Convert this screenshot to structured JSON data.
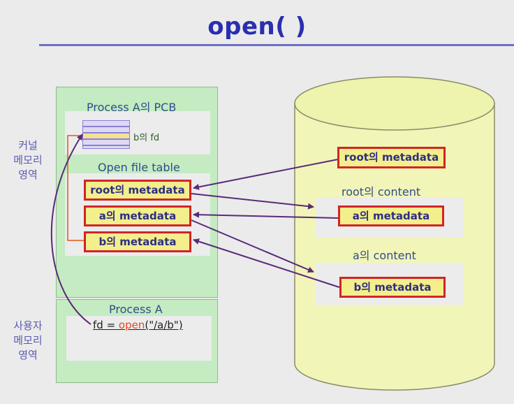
{
  "title": "open( )",
  "labels": {
    "kernel_memory": "커널\n메모리\n영역",
    "user_memory": "사용자\n메모리\n영역"
  },
  "kernel": {
    "pcb_title": "Process A의 PCB",
    "fd_label": "b의 fd",
    "open_file_table_title": "Open file table",
    "entries": [
      "root의 metadata",
      "a의 metadata",
      "b의 metadata"
    ]
  },
  "user": {
    "process_title": "Process A",
    "code_prefix": "fd = ",
    "code_call": "open",
    "code_args": "(\"/a/b\")"
  },
  "disk": {
    "root_metadata": "root의 metadata",
    "root_content_title": "root의 content",
    "root_content_entry": "a의 metadata",
    "a_content_title": "a의 content",
    "a_content_entry": "b의 metadata"
  },
  "colors": {
    "title": "#2a2fb0",
    "region_fill": "#c5ebc2",
    "disk_fill": "#f2f5b8",
    "metadata_fill": "#f4ee8c",
    "metadata_border": "#d02525",
    "arrow": "#5a2a7a",
    "pointer_line": "#e05a1a"
  }
}
